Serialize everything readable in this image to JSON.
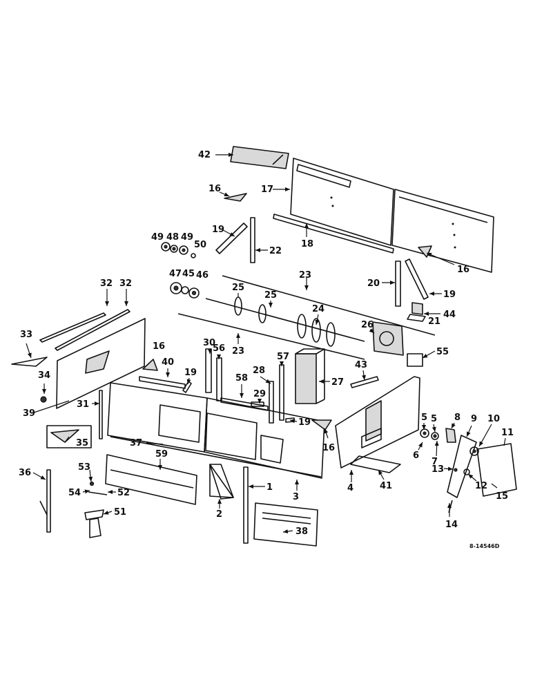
{
  "diagram": {
    "callouts": [
      "42",
      "17",
      "16",
      "16",
      "19",
      "22",
      "18",
      "49",
      "48",
      "49",
      "50",
      "47",
      "45",
      "46",
      "32",
      "32",
      "25",
      "25",
      "23",
      "24",
      "23",
      "20",
      "19",
      "44",
      "21",
      "33",
      "16",
      "26",
      "55",
      "34",
      "40",
      "19",
      "30",
      "56",
      "28",
      "57",
      "27",
      "58",
      "29",
      "43",
      "39",
      "31",
      "19",
      "16",
      "35",
      "37",
      "5",
      "5",
      "8",
      "9",
      "10",
      "11",
      "6",
      "7",
      "13",
      "12",
      "15",
      "14",
      "36",
      "53",
      "59",
      "54",
      "52",
      "51",
      "2",
      "1",
      "3",
      "4",
      "41",
      "38"
    ],
    "drawing_number": "8-14546D"
  }
}
